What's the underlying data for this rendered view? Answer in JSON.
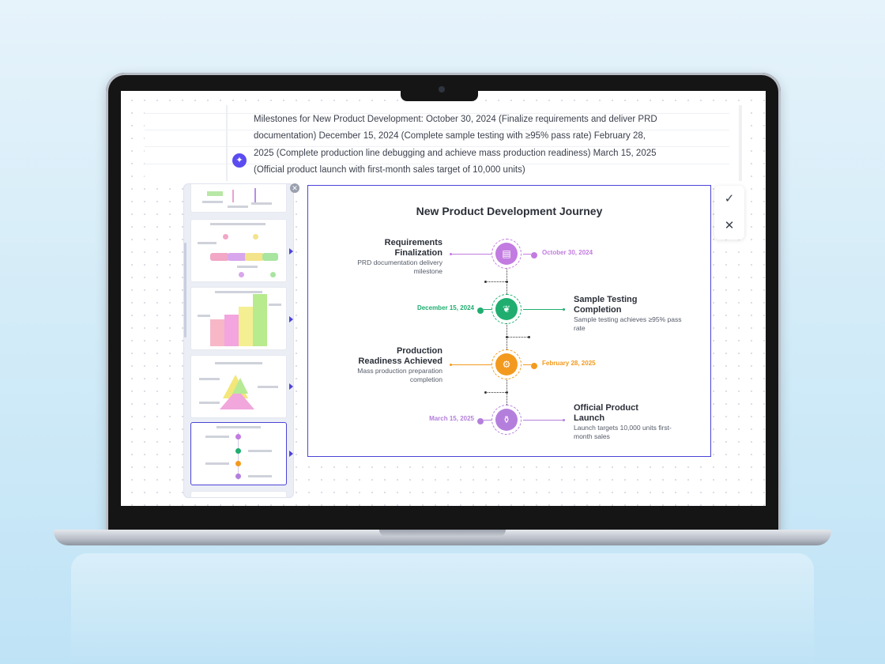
{
  "editor": {
    "ai_icon": "sparkle-icon",
    "milestone_lines": [
      "Milestones for New Product Development: October 30, 2024 (Finalize requirements and deliver PRD",
      "documentation) December 15, 2024 (Complete sample testing with ≥95% pass rate) February 28,",
      "2025 (Complete production line debugging and achieve mass production readiness) March 15, 2025",
      "(Official product launch with first-month sales target of 10,000 units)"
    ]
  },
  "thumbnails": {
    "close_icon": "close-icon",
    "selected_index": 4,
    "count": 5
  },
  "diagram": {
    "title": "New Product Development Journey",
    "milestones": [
      {
        "name_line1": "Requirements",
        "name_line2": "Finalization",
        "desc_line1": "PRD documentation delivery",
        "desc_line2": "milestone",
        "date": "October 30, 2024",
        "color": "#c27be0",
        "icon": "document-icon"
      },
      {
        "name_line1": "Sample Testing",
        "name_line2": "Completion",
        "desc_line1": "Sample testing achieves ≥95% pass",
        "desc_line2": "rate",
        "date": "December 15, 2024",
        "color": "#1fae6f",
        "icon": "plant-icon"
      },
      {
        "name_line1": "Production",
        "name_line2": "Readiness Achieved",
        "desc_line1": "Mass production preparation",
        "desc_line2": "completion",
        "date": "February 28, 2025",
        "color": "#f39a1e",
        "icon": "machine-icon"
      },
      {
        "name_line1": "Official Product",
        "name_line2": "Launch",
        "desc_line1": "Launch targets 10,000 units first-",
        "desc_line2": "month sales",
        "date": "March 15, 2025",
        "color": "#b47fdc",
        "icon": "jar-icon"
      }
    ]
  },
  "confirm": {
    "accept_icon": "check-icon",
    "reject_icon": "close-icon"
  },
  "colors": {
    "accent": "#4b44d8",
    "ai_button": "#5a4cf0"
  }
}
